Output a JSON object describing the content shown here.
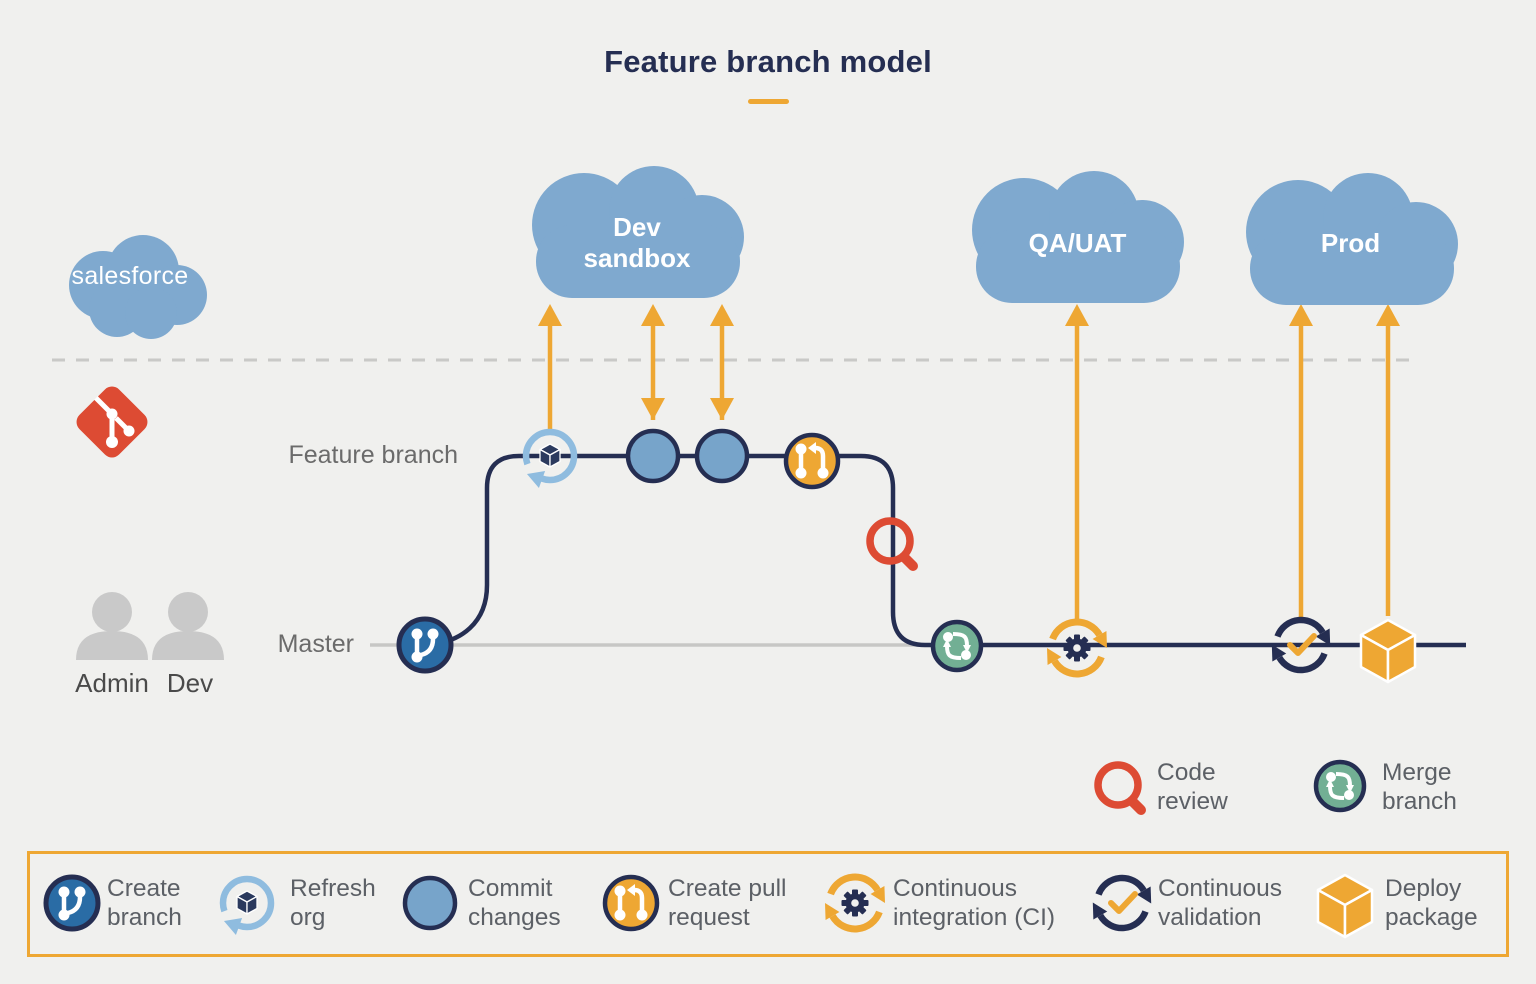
{
  "title": {
    "text": "Feature branch model"
  },
  "clouds": {
    "salesforce": {
      "label": "salesforce"
    },
    "dev_sandbox": {
      "label": "Dev sandbox"
    },
    "qa_uat": {
      "label": "QA/UAT"
    },
    "prod": {
      "label": "Prod"
    }
  },
  "branches": {
    "feature_label": "Feature branch",
    "master_label": "Master"
  },
  "actors": {
    "admin": "Admin",
    "dev": "Dev"
  },
  "callouts": {
    "code_review": "Code review",
    "merge_branch": "Merge branch"
  },
  "legend": {
    "items": [
      {
        "icon": "create-branch-icon",
        "label": "Create branch"
      },
      {
        "icon": "refresh-org-icon",
        "label": "Refresh org"
      },
      {
        "icon": "commit-changes-icon",
        "label": "Commit changes"
      },
      {
        "icon": "create-pull-request-icon",
        "label": "Create pull request"
      },
      {
        "icon": "continuous-integration-icon",
        "label": "Continuous integration (CI)"
      },
      {
        "icon": "continuous-validation-icon",
        "label": "Continuous validation"
      },
      {
        "icon": "deploy-package-icon",
        "label": "Deploy package"
      }
    ]
  },
  "colors": {
    "background": "#f0f0ee",
    "cloud_blue": "#7fa9cf",
    "navy": "#252e52",
    "orange": "#eea733",
    "red": "#dd4b33",
    "green": "#72af94",
    "commit_blue": "#77a4ca",
    "branch_blue": "#2a6ca5",
    "refresh_blue": "#8fbcdf",
    "master_gray": "#c7c7c5",
    "label_gray": "#6b6b6b"
  }
}
